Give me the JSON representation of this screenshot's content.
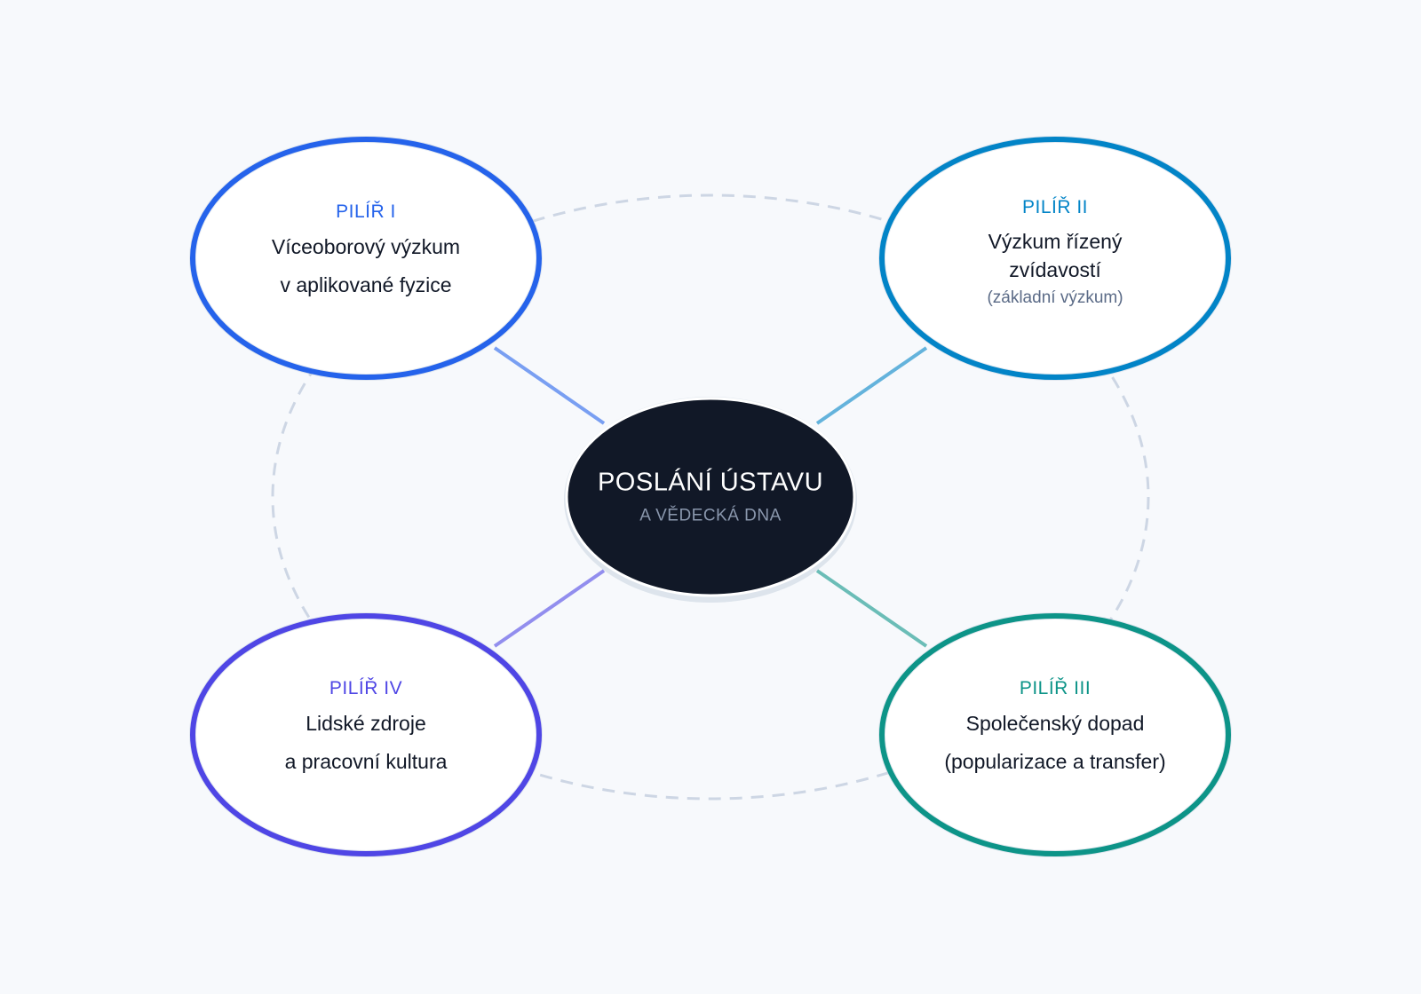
{
  "core": {
    "title": "POSLÁNÍ ÚSTAVU",
    "subtitle": "A VĚDECKÁ DNA"
  },
  "pillars": [
    {
      "tag": "PILÍŘ I",
      "line1": "Víceoborový výzkum",
      "line2": "v aplikované fyzice",
      "color": "#2563eb"
    },
    {
      "tag": "PILÍŘ II",
      "line1": "Výzkum řízený",
      "line2": "zvídavostí",
      "note": "(základní výzkum)",
      "color": "#0284c7"
    },
    {
      "tag": "PILÍŘ III",
      "line1": "Společenský dopad",
      "line2": "(popularizace a transfer)",
      "color": "#0d9488"
    },
    {
      "tag": "PILÍŘ IV",
      "line1": "Lidské zdroje",
      "line2": "a pracovní kultura",
      "color": "#4f46e5"
    }
  ],
  "colors": {
    "background": "#f7f9fc",
    "core_fill": "#111827",
    "ring_dash": "#cdd6e4"
  }
}
